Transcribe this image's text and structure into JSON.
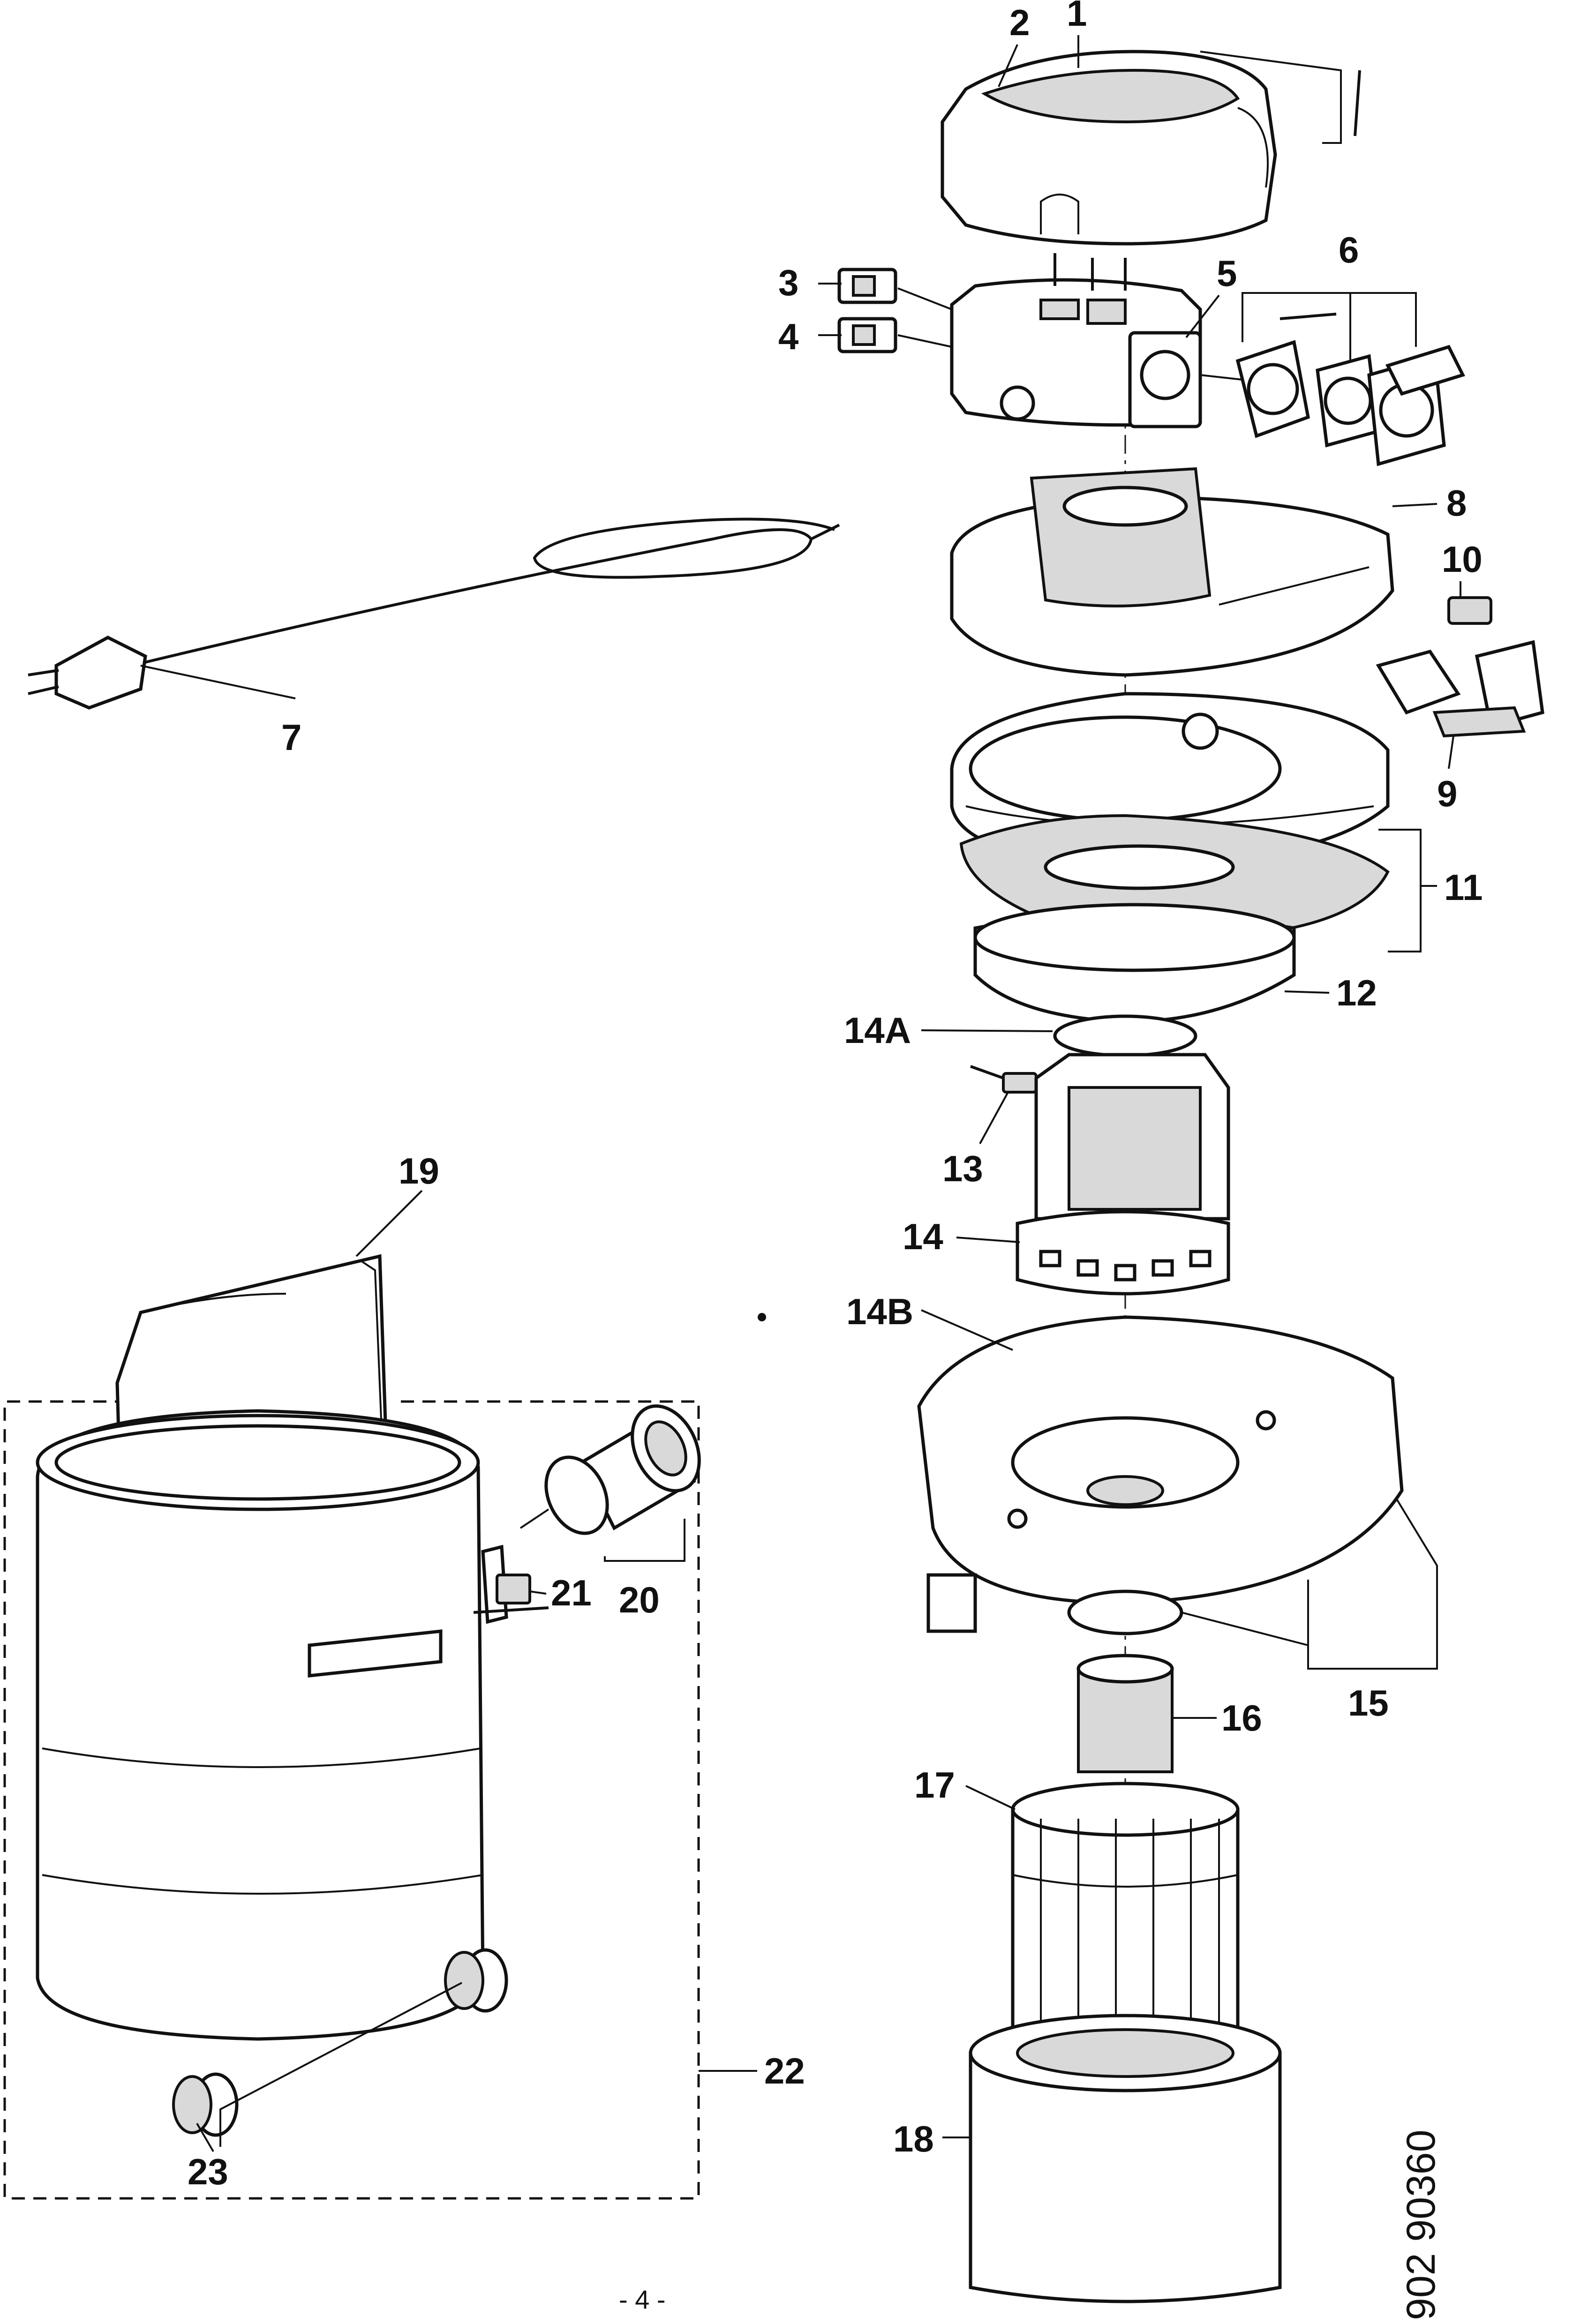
{
  "labels": {
    "l1": "1",
    "l2": "2",
    "l3": "3",
    "l4": "4",
    "l5": "5",
    "l6": "6",
    "l7": "7",
    "l8": "8",
    "l9": "9",
    "l10": "10",
    "l11": "11",
    "l12": "12",
    "l13": "13",
    "l14": "14",
    "l14a": "14A",
    "l14b": "14B",
    "l15": "15",
    "l16": "16",
    "l17": "17",
    "l18": "18",
    "l19": "19",
    "l20": "20",
    "l21": "21",
    "l22": "22",
    "l23": "23"
  },
  "page_number": "- 4 -",
  "drawing_code": "902 90360"
}
